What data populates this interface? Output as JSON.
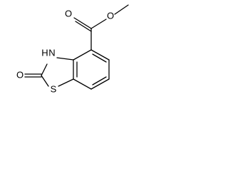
{
  "molecule": {
    "atoms": {
      "carbonyl_o_top": "O",
      "ester_o": "O",
      "nh": "H",
      "n": "N",
      "lactam_o": "O",
      "s": "S"
    }
  }
}
